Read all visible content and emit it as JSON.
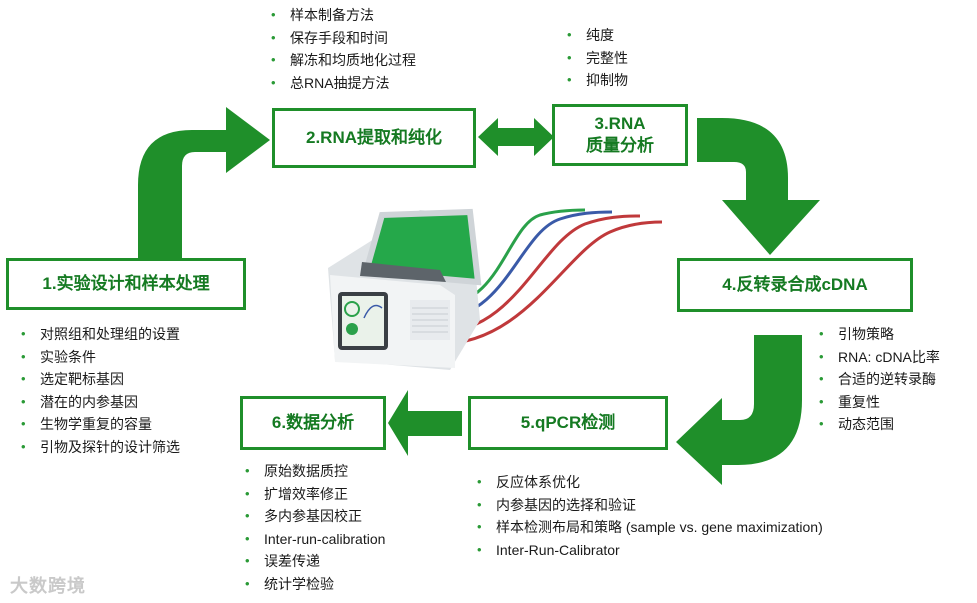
{
  "colors": {
    "green": "#1f8f2a",
    "text_green": "#157a22",
    "text": "#1a1a1a"
  },
  "steps": {
    "s1": "1.实验设计和样本处理",
    "s2": "2.RNA提取和纯化",
    "s3_line1": "3.RNA",
    "s3_line2": "质量分析",
    "s4": "4.反转录合成cDNA",
    "s5": "5.qPCR检测",
    "s6": "6.数据分析"
  },
  "bullets": {
    "b1": [
      "对照组和处理组的设置",
      "实验条件",
      "选定靶标基因",
      "潜在的内参基因",
      "生物学重复的容量",
      "引物及探针的设计筛选"
    ],
    "b2": [
      "样本制备方法",
      "保存手段和时间",
      "解冻和均质地化过程",
      "总RNA抽提方法"
    ],
    "b3": [
      "纯度",
      "完整性",
      "抑制物"
    ],
    "b4": [
      "引物策略",
      "RNA: cDNA比率",
      "合适的逆转录酶",
      "重复性",
      "动态范围"
    ],
    "b5": [
      "反应体系优化",
      "内参基因的选择和验证",
      "样本检测布局和策略 (sample vs. gene maximization)",
      "Inter-Run-Calibrator"
    ],
    "b6": [
      "原始数据质控",
      "扩增效率修正",
      "多内参基因校正",
      "Inter-run-calibration",
      "误差传递",
      "统计学检验"
    ]
  },
  "watermark": "大数跨境"
}
